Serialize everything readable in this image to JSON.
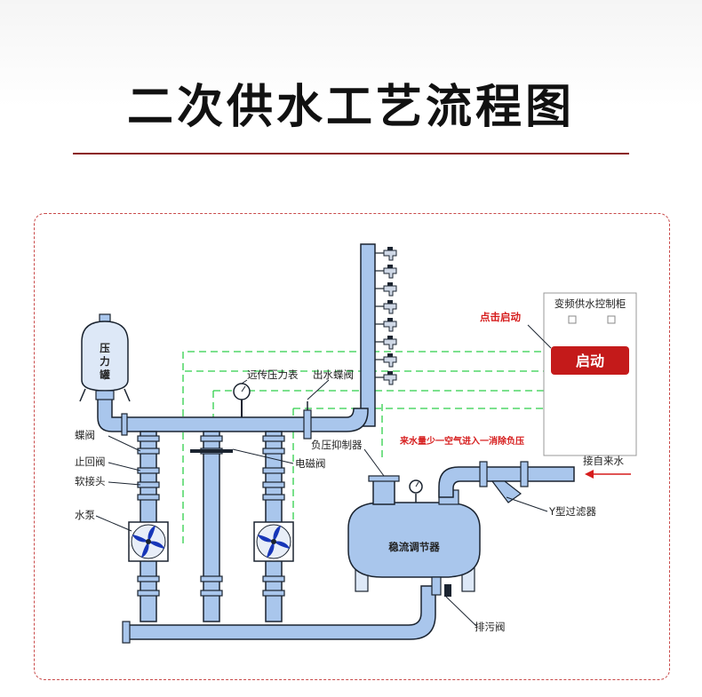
{
  "title": "二次供水工艺流程图",
  "labels": {
    "pressure_tank": [
      "压",
      "力",
      "罐"
    ],
    "remote_gauge": "远传压力表",
    "outlet_valve": "出水蝶阀",
    "butterfly_valve": "蝶阀",
    "check_valve": "止回阀",
    "soft_joint": "软接头",
    "pump": "水泵",
    "solenoid_valve": "电磁阀",
    "negative_pressure_suppressor": "负压抑制器",
    "stabilizer_tank": "稳流调节器",
    "y_filter": "Y型过滤器",
    "drain_valve": "排污阀",
    "inlet": "接自来水",
    "air_note": "来水量少一空气进入一消除负压",
    "click_start": "点击启动",
    "cabinet_title": "变频供水控制柜",
    "start_button": "启动"
  },
  "colors": {
    "pipe": "#a9c6ec",
    "pipe_stroke": "#1b2430",
    "signal": "#2fcf4a",
    "accent": "#d61c1c",
    "rule": "#8b1a1a"
  }
}
